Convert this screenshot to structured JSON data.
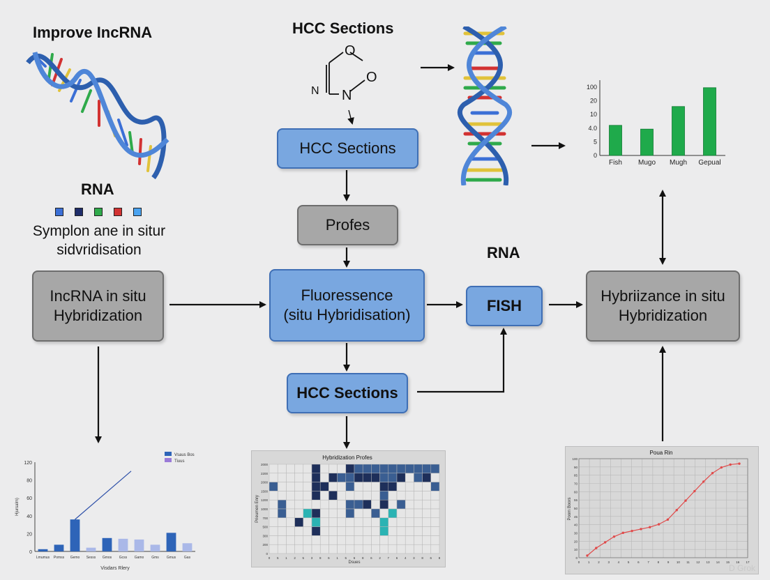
{
  "headings": {
    "left_title": "Improve IncRNA",
    "center_title": "HCC Sections",
    "rna_left": "RNA",
    "rna_right": "RNA",
    "left_caption_1": "Symplon ane in situr",
    "left_caption_2": "sidvridisation",
    "molecule_n_left": "N",
    "molecule_n": "N",
    "molecule_o_top": "O",
    "molecule_o_right": "O"
  },
  "boxes": {
    "hcc_sections_top": "HCC Sections",
    "profes": "Profes",
    "fluorescence_line1": "Fluoressence",
    "fluorescence_line2": "(situ Hybridisation)",
    "fish": "FISH",
    "hcc_sections_bottom": "HCC Sections",
    "lncrna_line1": "IncRNA in situ",
    "lncrna_line2": "Hybridization",
    "hybridizance_line1": "Hybriizance in situ",
    "hybridizance_line2": "Hybridization"
  },
  "colors": {
    "box_blue": "#79a7e0",
    "box_gray": "#a7a7a7",
    "bar_green": "#1faa4b",
    "bar_blue": "#2e64b8",
    "line_red": "#e04a4a",
    "heat_dark": "#1e2f5a"
  },
  "rna_legend_colors": [
    "#3b6fd6",
    "#1f2d6a",
    "#2faa4b",
    "#d23232",
    "#4aa3f0"
  ],
  "chart_data": [
    {
      "type": "bar",
      "categories": [
        "Fish",
        "Mugo",
        "Mugh",
        "Gepual"
      ],
      "values": [
        4,
        3.5,
        6.5,
        9
      ],
      "ytick_labels": [
        "100",
        "20",
        "10",
        "4.0",
        "5",
        "0"
      ],
      "color": "#1faa4b"
    },
    {
      "type": "bar",
      "legend": [
        "Vsaus Bos",
        "Tiuus"
      ],
      "ylabel": "Hjursalm)",
      "xlabel": "Visdars Rlery",
      "ytick_labels": [
        "120",
        "80",
        "60",
        "40",
        "20",
        "0"
      ],
      "categories": [
        "Lmumus",
        "Pomss",
        "Gemo",
        "Sesss",
        "Gmos",
        "Gcss",
        "Gamo",
        "Gms",
        "Gmus",
        "Gas"
      ],
      "values": [
        3,
        9,
        43,
        5,
        18,
        17,
        16,
        9,
        25,
        11
      ],
      "trend_line": [
        43,
        108
      ]
    },
    {
      "type": "heatmap",
      "title": "Hybridization Profes",
      "ylabel": "Prieumen Enry",
      "xlabel": "Dsues",
      "ytick_labels": [
        "2000",
        "2200",
        "2000",
        "1500",
        "1200",
        "1000",
        "700",
        "500",
        "300",
        "200",
        "0"
      ],
      "xtick_labels": [
        "0",
        "5",
        "1",
        "2",
        "5",
        "3",
        "8",
        "6",
        "1",
        "5",
        "6",
        "8",
        "6",
        "2",
        "7",
        "6",
        "4",
        "3",
        "8",
        "6",
        "8"
      ]
    },
    {
      "type": "line",
      "title": "Poua Rin",
      "ylabel": "Poom Boors",
      "ytick_labels": [
        "100",
        "90",
        "85",
        "70",
        "60",
        "55",
        "50",
        "45",
        "40",
        "30",
        "20",
        "10",
        "0"
      ],
      "x": [
        0,
        1,
        2,
        3,
        4,
        5,
        6,
        7,
        8,
        9,
        10,
        11,
        12,
        13,
        14,
        15,
        16,
        17
      ],
      "values": [
        0,
        8,
        14,
        20,
        24,
        26,
        28,
        30,
        33,
        38,
        48,
        58,
        68,
        78,
        87,
        93,
        96,
        97
      ],
      "color": "#e04a4a"
    }
  ],
  "watermark": "D Grok"
}
